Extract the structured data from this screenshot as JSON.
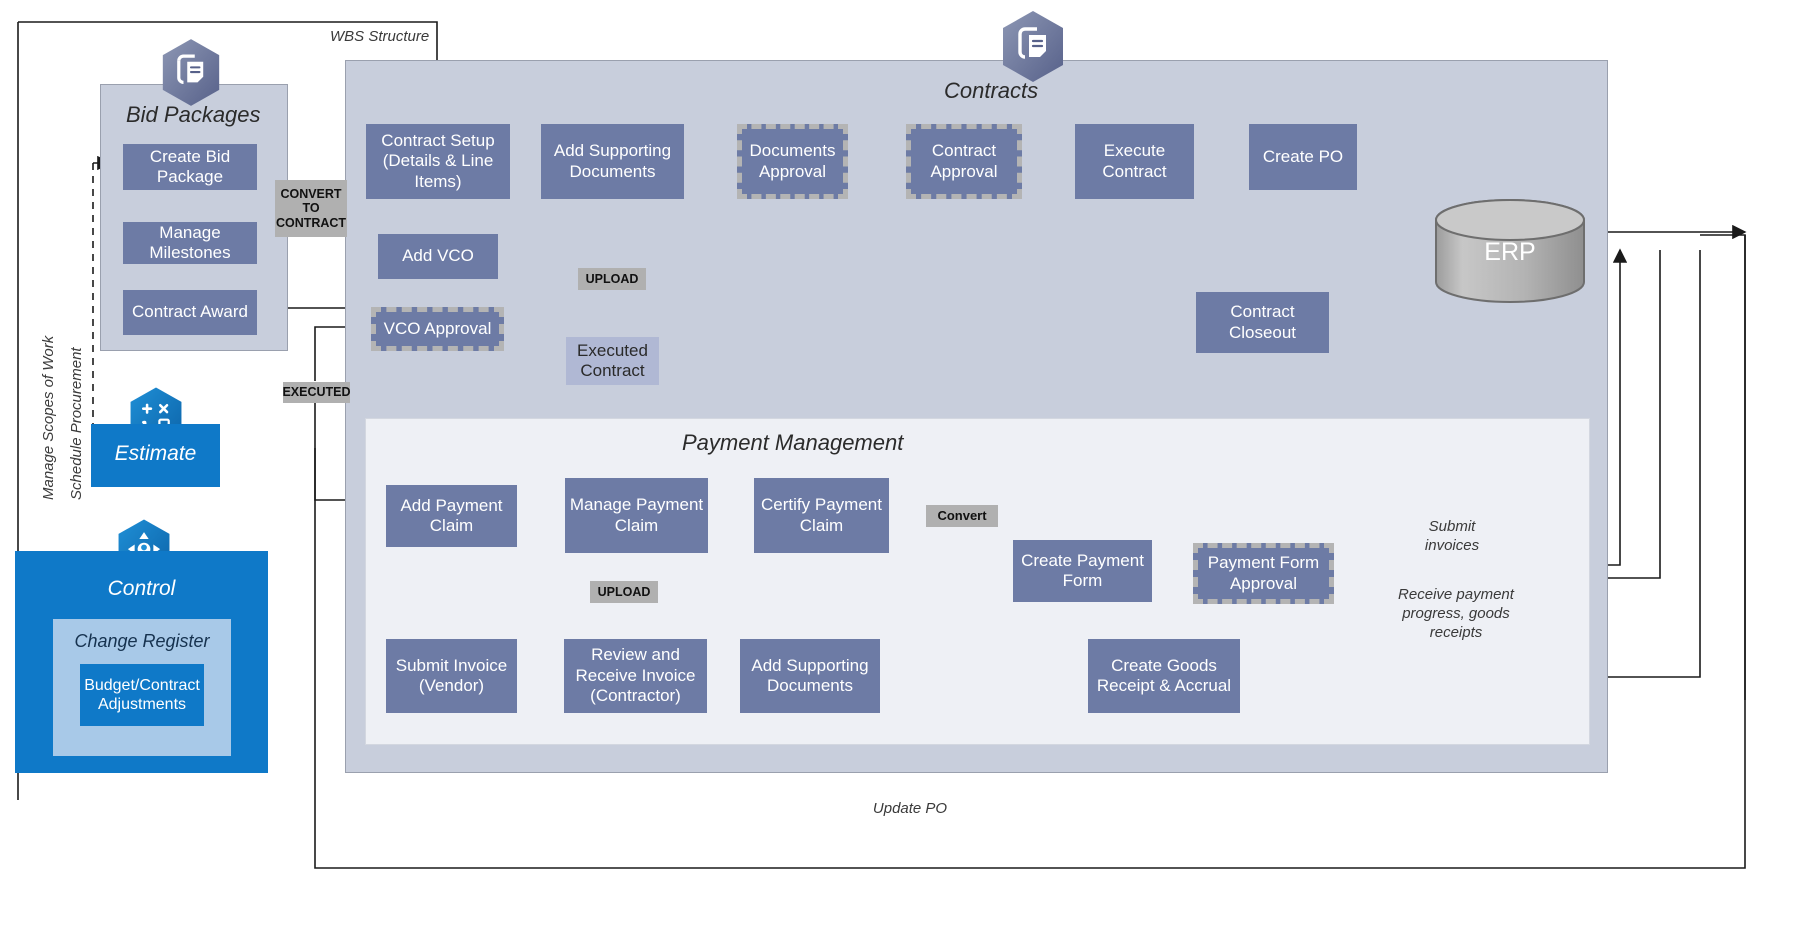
{
  "zones": {
    "bid_packages": {
      "title": "Bid Packages"
    },
    "contracts": {
      "title": "Contracts"
    },
    "payment_management": {
      "title": "Payment Management"
    }
  },
  "bid_packages": {
    "steps": [
      {
        "label": "Create Bid Package"
      },
      {
        "label": "Manage Milestones"
      },
      {
        "label": "Contract Award"
      }
    ]
  },
  "contracts": {
    "steps": [
      {
        "label": "Contract Setup (Details & Line Items)",
        "type": "process"
      },
      {
        "label": "Add Supporting Documents",
        "type": "process"
      },
      {
        "label": "Documents Approval",
        "type": "approval"
      },
      {
        "label": "Contract Approval",
        "type": "approval"
      },
      {
        "label": "Execute Contract",
        "type": "process"
      },
      {
        "label": "Create PO",
        "type": "process"
      },
      {
        "label": "Add VCO",
        "type": "process"
      },
      {
        "label": "VCO Approval",
        "type": "approval"
      },
      {
        "label": "Executed Contract",
        "type": "document"
      },
      {
        "label": "Contract Closeout",
        "type": "process"
      }
    ]
  },
  "payment_management": {
    "steps": [
      {
        "label": "Add Payment Claim",
        "type": "process"
      },
      {
        "label": "Manage Payment Claim",
        "type": "process"
      },
      {
        "label": "Certify Payment Claim",
        "type": "process"
      },
      {
        "label": "Create Payment Form",
        "type": "process"
      },
      {
        "label": "Payment Form Approval",
        "type": "approval"
      },
      {
        "label": "Submit Invoice (Vendor)",
        "type": "process"
      },
      {
        "label": "Review and Receive Invoice (Contractor)",
        "type": "process"
      },
      {
        "label": "Add Supporting Documents",
        "type": "process"
      },
      {
        "label": "Create Goods Receipt & Accrual",
        "type": "process"
      }
    ]
  },
  "products": {
    "estimate": {
      "title": "Estimate",
      "icon": "calculator-hex-icon"
    },
    "control": {
      "title": "Control",
      "icon": "control-hex-icon",
      "change_register": {
        "title": "Change Register",
        "item": "Budget/Contract Adjustments"
      }
    }
  },
  "external": {
    "erp": {
      "label": "ERP",
      "icon": "database-cylinder-icon"
    }
  },
  "tags": {
    "convert_to_contract": "CONVERT\nTO\nCONTRACT",
    "executed": "EXECUTED",
    "upload_documents": "UPLOAD",
    "upload_invoice": "UPLOAD",
    "convert": "Convert"
  },
  "annotations": {
    "wbs_structure": "WBS Structure",
    "manage_scopes_of_work": "Manage Scopes of Work",
    "schedule_procurement": "Schedule Procurement",
    "submit_invoices": "Submit\ninvoices",
    "receive_payment_progress": "Receive payment\nprogress, goods\nreceipts",
    "update_po": "Update PO"
  },
  "icons": {
    "contracts_hex": "contracts-document-hex-icon",
    "bid_packages_hex": "bid-packages-document-hex-icon"
  },
  "colors": {
    "process_fill": "#6d7ba5",
    "approval_border": "#b4b4b4",
    "contracts_zone": "#c8cedc",
    "payment_zone": "#eef0f5",
    "product_blue": "#0f79c8",
    "tag_grey": "#b0b0b0",
    "erp_grey": "#b5b5b5"
  }
}
